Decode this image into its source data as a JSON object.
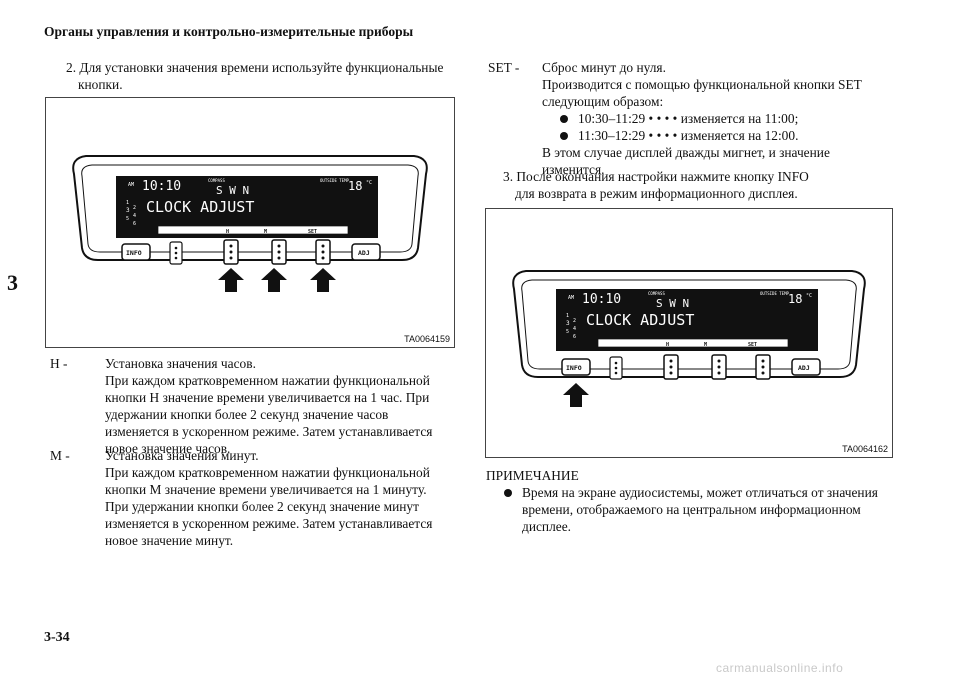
{
  "header": {
    "title": "Органы управления и контрольно-измерительные приборы"
  },
  "chapter_tab": "3",
  "page_number": "3-34",
  "watermark": "carmanualsonline.info",
  "left": {
    "step2_lines": [
      "2. Для установки значения времени используйте функциональные",
      "кнопки."
    ],
    "figure1": {
      "id": "TA0064159",
      "display": {
        "time": "10:10",
        "compass_label": "COMPASS",
        "compass_letters": "S W N",
        "outside_label": "OUTSIDE TEMP",
        "temp": "18",
        "temp_unit": "°C",
        "am": "AM",
        "mode_text": "CLOCK ADJUST",
        "digits": [
          "1",
          "2",
          "3",
          "4",
          "5",
          "6"
        ]
      },
      "buttons": {
        "info": "INFO",
        "h": "H",
        "m": "M",
        "set": "SET",
        "adj": "ADJ"
      }
    },
    "definitions": [
      {
        "term": "H -",
        "lines": [
          "Установка значения часов.",
          "При каждом кратковременном нажатии функциональной",
          "кнопки H значение времени увеличивается на 1 час. При",
          "удержании кнопки более 2 секунд значение часов",
          "изменяется в ускоренном режиме. Затем устанавливается",
          "новое значение часов."
        ]
      },
      {
        "term": "M -",
        "lines": [
          "Установка значения минут.",
          "При каждом кратковременном нажатии функциональной",
          "кнопки M значение времени увеличивается на 1 минуту.",
          "При удержании кнопки более 2 секунд значение минут",
          "изменяется в ускоренном режиме. Затем устанавливается",
          "новое значение минут."
        ]
      }
    ]
  },
  "right": {
    "set": {
      "term": "SET -",
      "lines": [
        "Сброс минут до нуля.",
        "Производится с помощью функциональной кнопки SET",
        "следующим образом:"
      ],
      "bullets": [
        "10:30–11:29 • • • • изменяется на 11:00;",
        "11:30–12:29 • • • • изменяется на 12:00."
      ],
      "after": [
        "В этом случае дисплей дважды мигнет, и значение",
        "изменится."
      ]
    },
    "step3_lines": [
      "3. После окончания настройки нажмите кнопку INFO",
      "для возврата в режим информационного дисплея."
    ],
    "figure2": {
      "id": "TA0064162"
    },
    "note_title": "ПРИМЕЧАНИЕ",
    "note_lines": [
      "Время на экране аудиосистемы, может отличаться от значения",
      "времени, отображаемого на центральном информационном",
      "дисплее."
    ]
  }
}
